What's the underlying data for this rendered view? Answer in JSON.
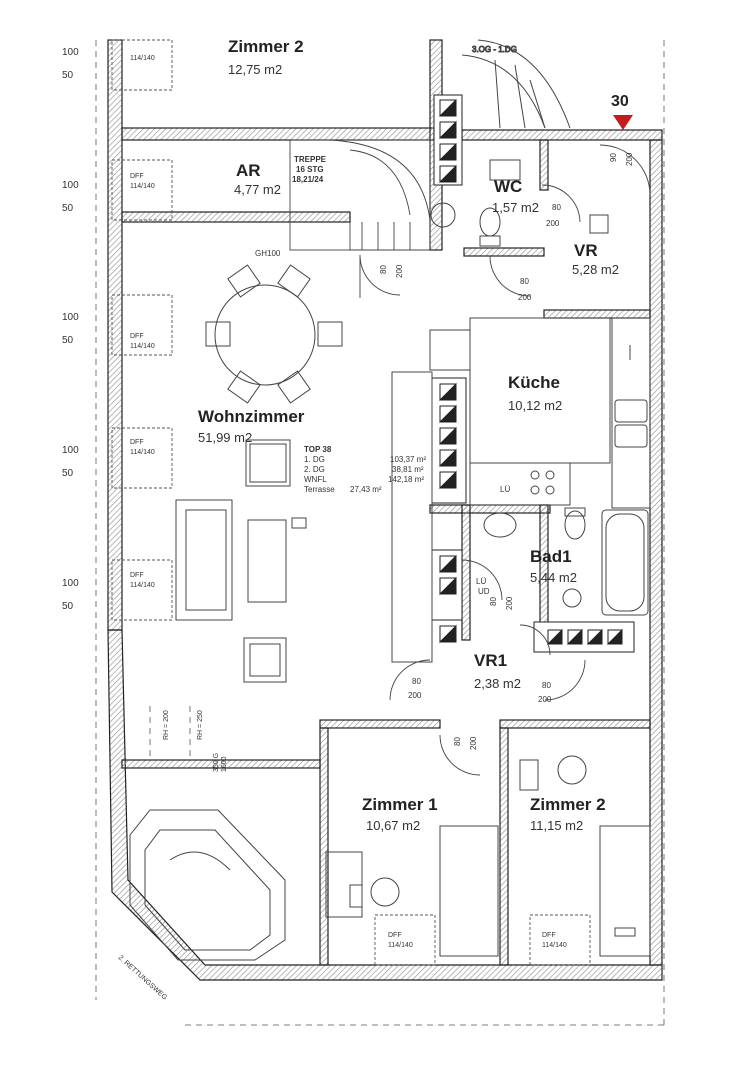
{
  "rooms": {
    "zimmer2_top": {
      "name": "Zimmer 2",
      "area": "12,75 m2"
    },
    "ar": {
      "name": "AR",
      "area": "4,77 m2"
    },
    "wc": {
      "name": "WC",
      "area": "1,57 m2"
    },
    "vr": {
      "name": "VR",
      "area": "5,28 m2"
    },
    "kueche": {
      "name": "Küche",
      "area": "10,12 m2"
    },
    "wohnzimmer": {
      "name": "Wohnzimmer",
      "area": "51,99 m2"
    },
    "bad1": {
      "name": "Bad1",
      "area": "5,44 m2"
    },
    "vr1": {
      "name": "VR1",
      "area": "2,38 m2"
    },
    "zimmer1": {
      "name": "Zimmer 1",
      "area": "10,67 m2"
    },
    "zimmer2": {
      "name": "Zimmer 2",
      "area": "11,15 m2"
    }
  },
  "stair": {
    "label1": "TREPPE",
    "label2": "16 STG",
    "label3": "18,21/24",
    "floors": "3.OG - 1.DG"
  },
  "marker": {
    "number": "30"
  },
  "gh_label": "GH100",
  "top_table": {
    "title": "TOP 38",
    "rows": [
      {
        "label": "1. DG",
        "value": "103,37 m²"
      },
      {
        "label": "2. DG",
        "value": "38,81 m²"
      },
      {
        "label": "WNFL",
        "value": "142,18 m²"
      },
      {
        "label": "Terrasse",
        "value": "27,43 m²"
      }
    ]
  },
  "windows": {
    "dff": "DFF",
    "size": "114/140",
    "side_upper": "100",
    "side_lower": "50"
  },
  "doors": {
    "d80": "80",
    "d200": "200",
    "d90": "90"
  },
  "misc": {
    "lue": "LÜ",
    "lue_ud": "UD",
    "rh200": "RH = 200",
    "rh250": "RH = 250",
    "beam": "350 G",
    "beam2": "1600",
    "rettungsweg": "2. RETTUNGSWEG"
  }
}
